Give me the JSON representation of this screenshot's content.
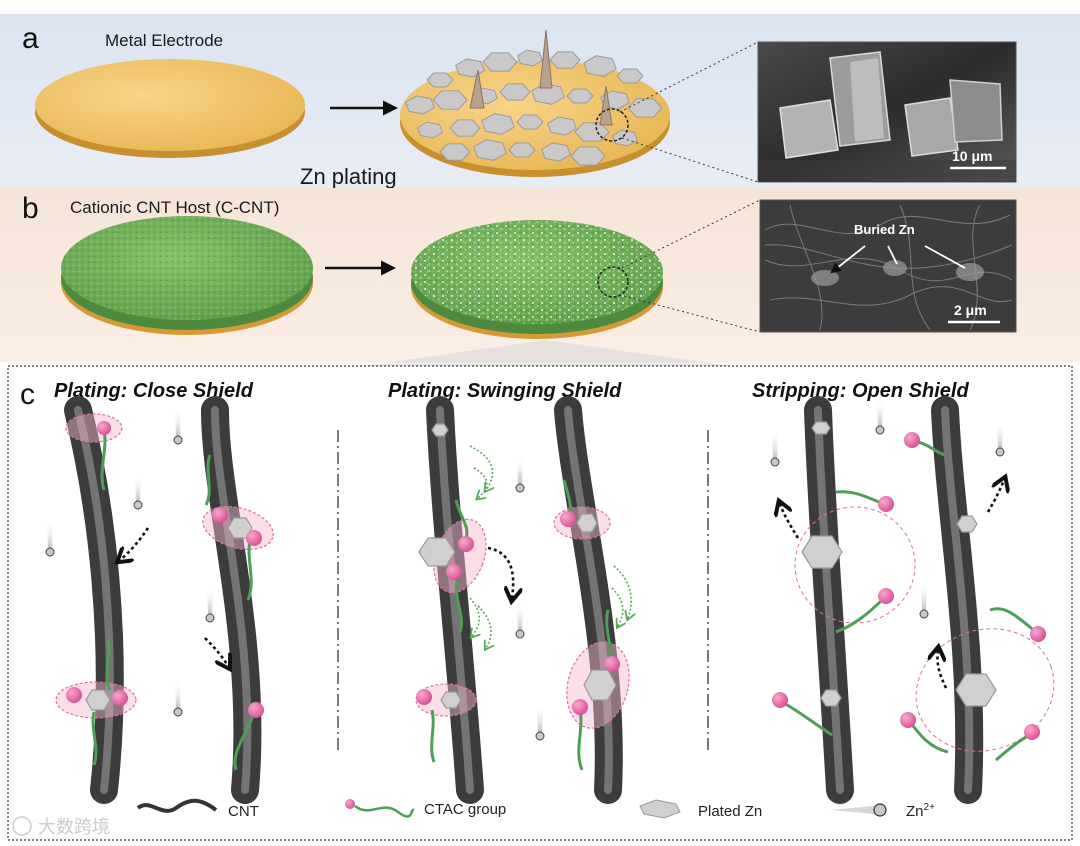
{
  "panel_a": {
    "letter": "a",
    "electrode_label": "Metal Electrode",
    "process_label": "Zn plating",
    "sem_scale": "10 μm"
  },
  "panel_b": {
    "letter": "b",
    "host_label": "Cationic CNT Host (C-CNT)",
    "sem_annotation": "Buried Zn",
    "sem_scale": "2 μm"
  },
  "panel_c": {
    "letter": "c",
    "titles": [
      "Plating: Close Shield",
      "Plating: Swinging Shield",
      "Stripping: Open Shield"
    ]
  },
  "legend": {
    "cnt": "CNT",
    "ctac": "CTAC group",
    "plated_zn": "Plated Zn",
    "zn_ion_base": "Zn",
    "zn_ion_sup": "2+"
  },
  "watermark": "大数跨境",
  "colors": {
    "panel_a_bg": "#dde6f3",
    "panel_b_bg": "#f8e7da",
    "electrode_gold": "#f0c060",
    "cnt_green": "#6fae58",
    "ctac_pink": "#e46aa6",
    "ctac_green": "#4f9e58",
    "cnt_gray": "#5b5b5b"
  }
}
